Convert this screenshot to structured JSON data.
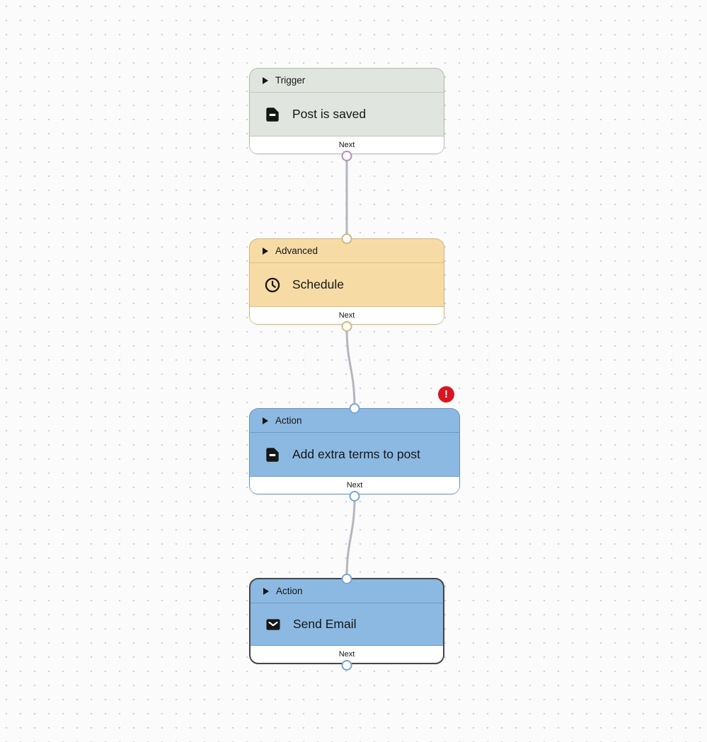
{
  "canvas": {
    "background_color": "#fbfbfb",
    "dot_color": "#c7c7c7",
    "wire_color": "#b6b5be"
  },
  "nodes": [
    {
      "id": "trigger-post-is-saved",
      "category": "Trigger",
      "label": "Post is saved",
      "icon": "document-icon",
      "footer_label": "Next",
      "fill_color": "#e1e5df",
      "border_color": "#b4bcad",
      "output_port_color": "#b38cbb",
      "has_input_port": false,
      "has_output_port": true,
      "selected": false
    },
    {
      "id": "advanced-schedule",
      "category": "Advanced",
      "label": "Schedule",
      "icon": "clock-icon",
      "footer_label": "Next",
      "fill_color": "#f6dba5",
      "border_color": "#d5b57d",
      "output_port_color": "#d5b77f",
      "has_input_port": true,
      "has_output_port": true,
      "selected": false
    },
    {
      "id": "action-add-extra-terms",
      "category": "Action",
      "label": "Add extra terms to post",
      "icon": "document-icon",
      "footer_label": "Next",
      "fill_color": "#8cb9e2",
      "border_color": "#6292be",
      "output_port_color": "#76a5d3",
      "has_input_port": true,
      "has_output_port": true,
      "selected": false,
      "error_badge": {
        "symbol": "!",
        "color": "#d9151f"
      }
    },
    {
      "id": "action-send-email",
      "category": "Action",
      "label": "Send Email",
      "icon": "mail-icon",
      "footer_label": "Next",
      "fill_color": "#8cb9e2",
      "border_color": "#454545",
      "output_port_color": "#76a5d3",
      "has_input_port": true,
      "has_output_port": true,
      "selected": true
    }
  ],
  "connections": [
    {
      "from": "trigger-post-is-saved",
      "to": "advanced-schedule"
    },
    {
      "from": "advanced-schedule",
      "to": "action-add-extra-terms"
    },
    {
      "from": "action-add-extra-terms",
      "to": "action-send-email"
    }
  ]
}
